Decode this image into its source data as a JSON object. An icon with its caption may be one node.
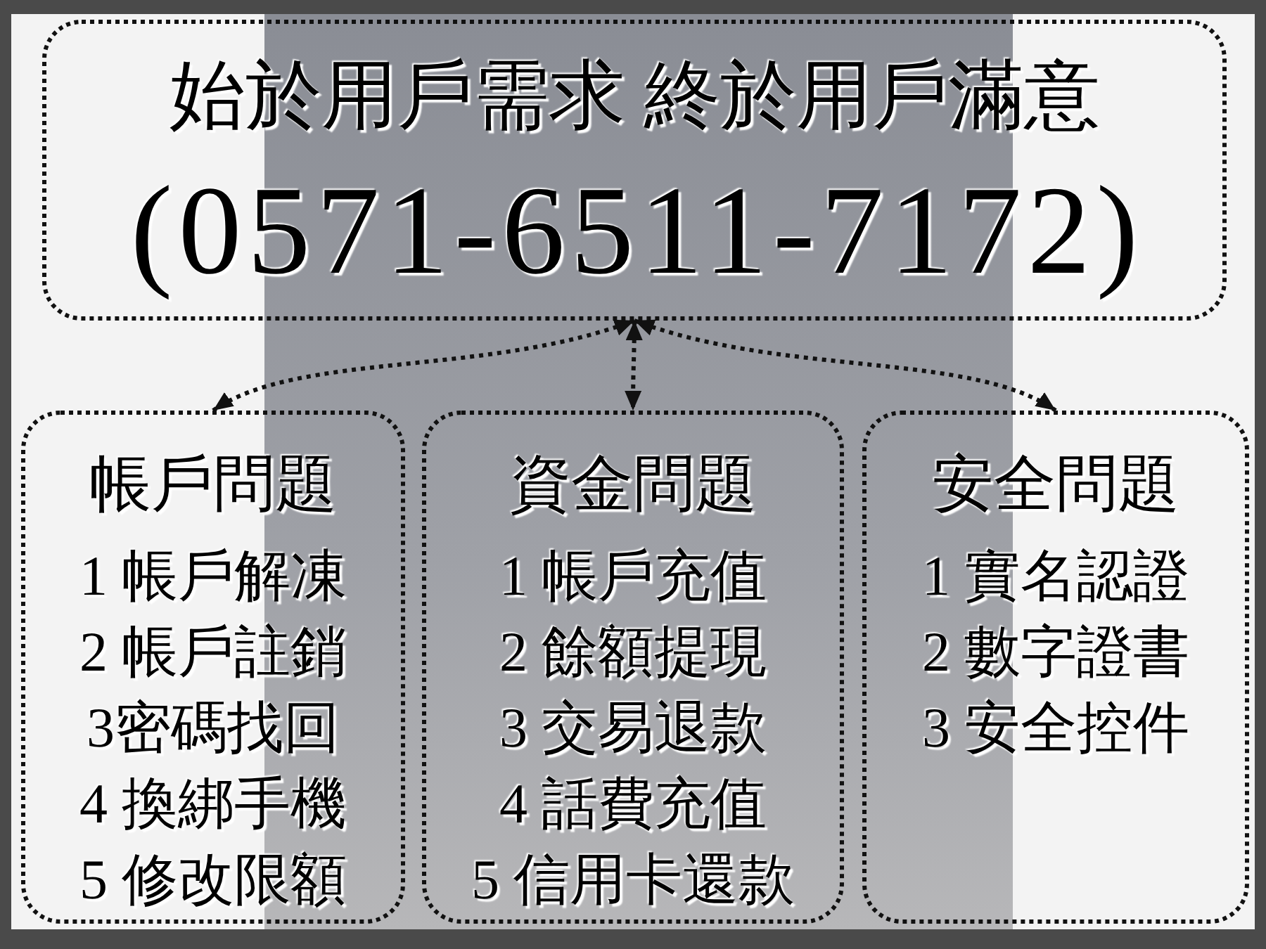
{
  "diagram": {
    "nodes": [
      {
        "text": [
          "始於用戶需求 終於用戶滿意",
          "(0571-6511-7172)"
        ]
      },
      {
        "text": [
          "帳戶問題",
          "1 帳戶解凍",
          "2 帳戶註銷",
          "3密碼找回",
          "4 換綁手機",
          "5 修改限額"
        ]
      },
      {
        "text": [
          "資金問題",
          "1 帳戶充值",
          "2 餘額提現",
          "3 交易退款",
          "4 話費充值",
          "5 信用卡還款"
        ]
      },
      {
        "text": [
          "安全問題",
          "1 實名認證",
          "2 數字證書",
          "3 安全控件"
        ]
      }
    ],
    "edges": [
      {
        "from": 0,
        "to": 1,
        "arrow": "both",
        "style": "dashed"
      },
      {
        "from": 0,
        "to": 2,
        "arrow": "both",
        "style": "dashed"
      },
      {
        "from": 0,
        "to": 3,
        "arrow": "both",
        "style": "dashed"
      }
    ]
  }
}
